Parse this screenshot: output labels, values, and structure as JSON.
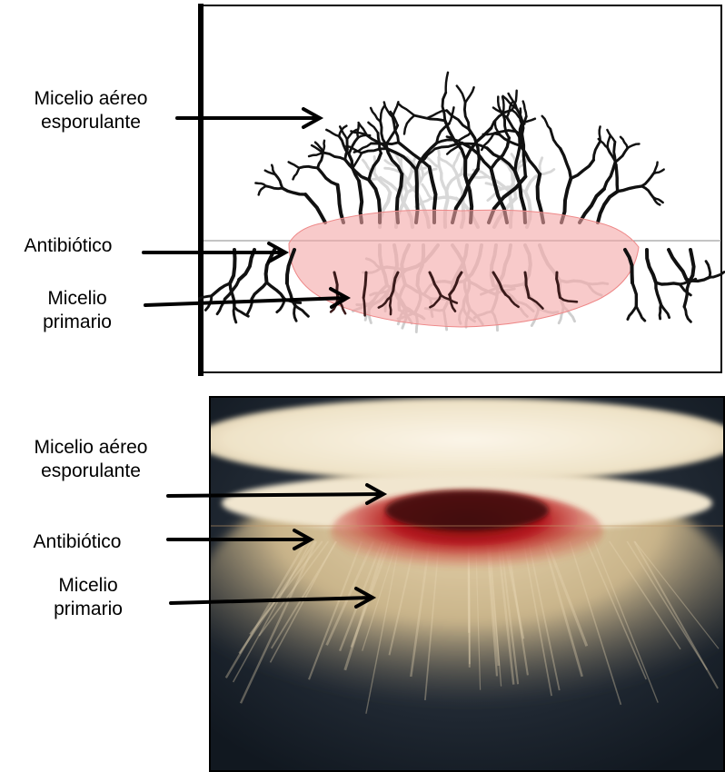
{
  "top_panel": {
    "labels": {
      "aerial": [
        "Micelio aéreo",
        "esporulante"
      ],
      "antibiotic": "Antibiótico",
      "primary": [
        "Micelio",
        "primario"
      ]
    }
  },
  "bottom_panel": {
    "labels": {
      "aerial": [
        "Micelio aéreo",
        "esporulante"
      ],
      "antibiotic": "Antibiótico",
      "primary": [
        "Micelio",
        "primario"
      ]
    }
  },
  "colors": {
    "hyphae_dark": "#111111",
    "hyphae_light": "#d8d8d8",
    "antibiotic_zone": "#f4a6a6",
    "photo_background": "#1c2530",
    "aerial_mycelium": "#f3ead6",
    "antibiotic_pigment": "#b3141c",
    "primary_mycelium": "#c9b48a"
  }
}
